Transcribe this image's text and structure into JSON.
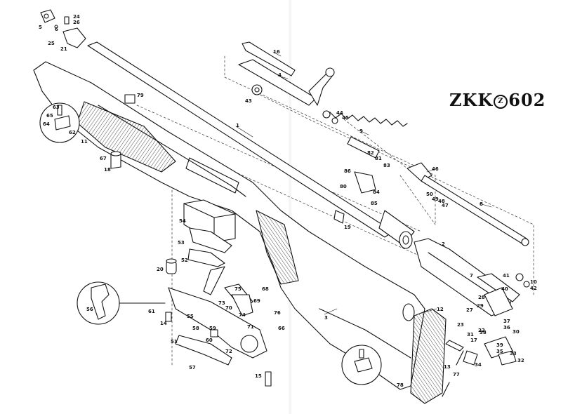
{
  "title": {
    "prefix": "ZKK",
    "mark": "Z",
    "suffix": "602"
  },
  "part_labels": [
    "1",
    "2",
    "3",
    "4",
    "5",
    "6",
    "7",
    "8",
    "9",
    "10",
    "11",
    "12",
    "13",
    "14",
    "15",
    "16",
    "17",
    "18",
    "19",
    "20",
    "21",
    "22",
    "23",
    "24",
    "25",
    "26",
    "27",
    "28",
    "29",
    "30",
    "31",
    "32",
    "33",
    "34",
    "35",
    "36",
    "37",
    "38",
    "39",
    "40",
    "41",
    "42",
    "43",
    "44",
    "45",
    "46",
    "47",
    "48",
    "49",
    "50",
    "51",
    "52",
    "53",
    "54",
    "55",
    "56",
    "57",
    "58",
    "59",
    "60",
    "61",
    "62",
    "63",
    "64",
    "65",
    "66",
    "67",
    "68",
    "69",
    "70",
    "71",
    "72",
    "73",
    "74",
    "75",
    "76",
    "77",
    "78",
    "79",
    "80",
    "81",
    "82",
    "83",
    "84",
    "85",
    "86"
  ]
}
